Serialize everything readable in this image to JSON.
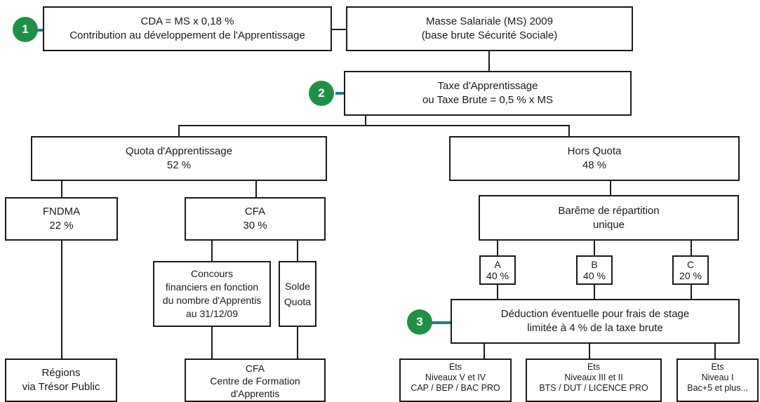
{
  "badges": [
    "1",
    "2",
    "3"
  ],
  "cda": {
    "line1": "CDA = MS x 0,18 %",
    "line2": "Contribution au développement de l'Apprentissage"
  },
  "masse": {
    "line1": "Masse Salariale (MS) 2009",
    "line2": "(base brute Sécurité Sociale)"
  },
  "taxe": {
    "line1": "Taxe d'Apprentissage",
    "line2": "ou Taxe Brute = 0,5 % x MS"
  },
  "quota": {
    "line1": "Quota d'Apprentissage",
    "line2": "52 %"
  },
  "hors": {
    "line1": "Hors Quota",
    "line2": "48 %"
  },
  "fndma": {
    "line1": "FNDMA",
    "line2": "22 %"
  },
  "cfa": {
    "line1": "CFA",
    "line2": "30 %"
  },
  "bareme": {
    "line1": "Barême de répartition",
    "line2": "unique"
  },
  "concours": {
    "lines": [
      "Concours",
      "financiers en fonction",
      "du nombre d'Apprentis",
      "au 31/12/09"
    ]
  },
  "solde": {
    "line1": "Solde",
    "line2": "Quota"
  },
  "cat_a": {
    "line1": "A",
    "line2": "40 %"
  },
  "cat_b": {
    "line1": "B",
    "line2": "40 %"
  },
  "cat_c": {
    "line1": "C",
    "line2": "20 %"
  },
  "deduction": {
    "line1": "Déduction éventuelle pour frais de stage",
    "line2": "limitée à 4 % de la taxe brute"
  },
  "regions": {
    "line1": "Régions",
    "line2": "via Trésor Public"
  },
  "cfa_centre": {
    "line1": "CFA",
    "line2": "Centre de Formation",
    "line3": "d'Apprentis"
  },
  "ets_v": {
    "line1": "Ets",
    "line2": "Niveaux V et IV",
    "line3": "CAP / BEP / BAC PRO"
  },
  "ets_iii": {
    "line1": "Ets",
    "line2": "Niveaux III et II",
    "line3": "BTS / DUT / LICENCE PRO"
  },
  "ets_i": {
    "line1": "Ets",
    "line2": "Niveau I",
    "line3": "Bac+5 et plus..."
  },
  "colors": {
    "badge": "#1f9146",
    "connector_accent": "#1b7f7f",
    "border": "#1a1a1a"
  }
}
